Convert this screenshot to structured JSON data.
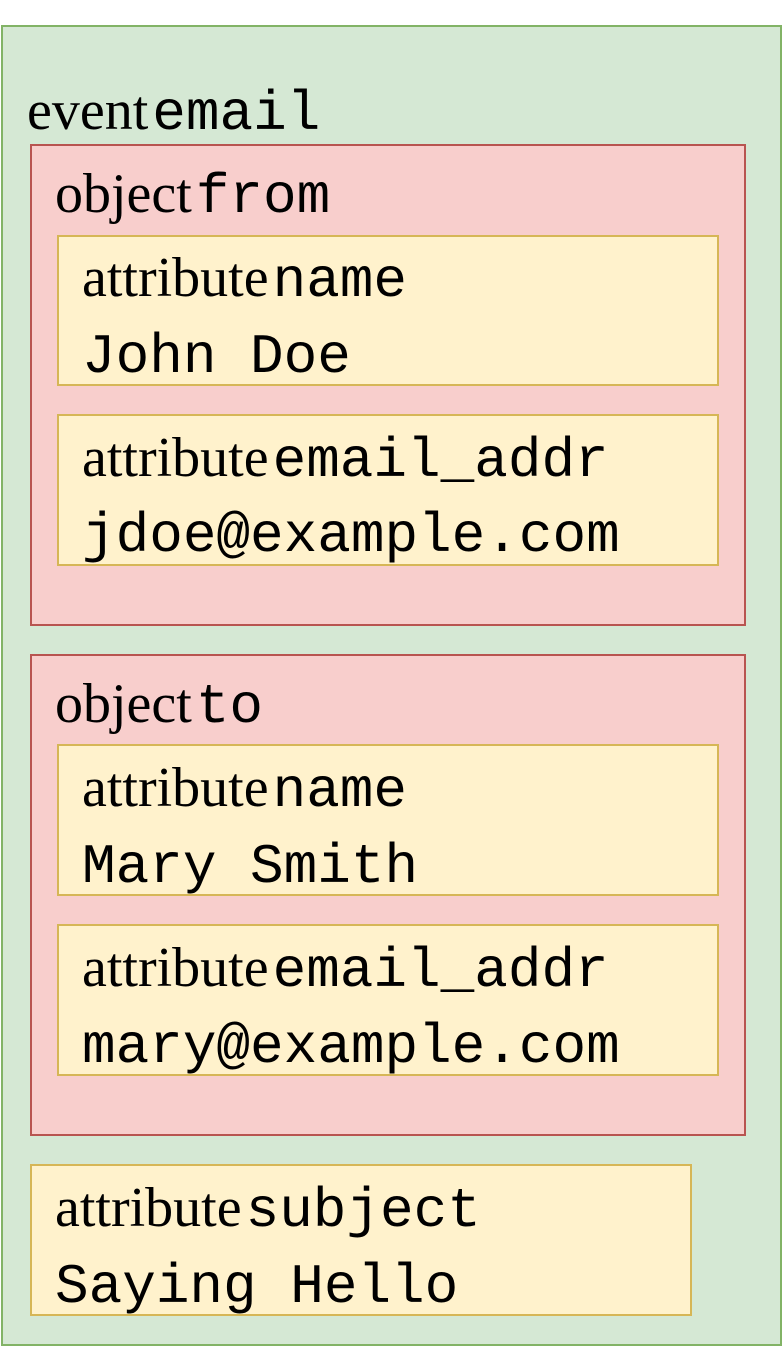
{
  "event": {
    "keyword": "event",
    "name": "email",
    "colors": {
      "fill": "#d5e8d4",
      "stroke": "#82b366"
    },
    "objects": [
      {
        "keyword": "object",
        "name": "from",
        "colors": {
          "fill": "#f8cecc",
          "stroke": "#b85450"
        },
        "attributes": [
          {
            "keyword": "attribute",
            "name": "name",
            "value": "John Doe"
          },
          {
            "keyword": "attribute",
            "name": "email_addr",
            "value": "jdoe@example.com"
          }
        ]
      },
      {
        "keyword": "object",
        "name": "to",
        "colors": {
          "fill": "#f8cecc",
          "stroke": "#b85450"
        },
        "attributes": [
          {
            "keyword": "attribute",
            "name": "name",
            "value": "Mary Smith"
          },
          {
            "keyword": "attribute",
            "name": "email_addr",
            "value": "mary@example.com"
          }
        ]
      }
    ],
    "attributes": [
      {
        "keyword": "attribute",
        "name": "subject",
        "value": "Saying Hello"
      }
    ],
    "attribute_colors": {
      "fill": "#fff2cc",
      "stroke": "#d6b656"
    }
  }
}
